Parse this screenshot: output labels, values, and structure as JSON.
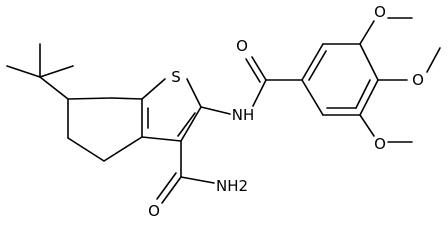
{
  "molecule": {
    "atom_labels": {
      "sulfur": "S",
      "amide_nh": "NH",
      "amide_o": "O",
      "carboxamide_nh2": "NH2",
      "carboxamide_o": "O",
      "methoxy_top_o": "O",
      "methoxy_mid_o": "O",
      "methoxy_bottom_o": "O"
    }
  }
}
